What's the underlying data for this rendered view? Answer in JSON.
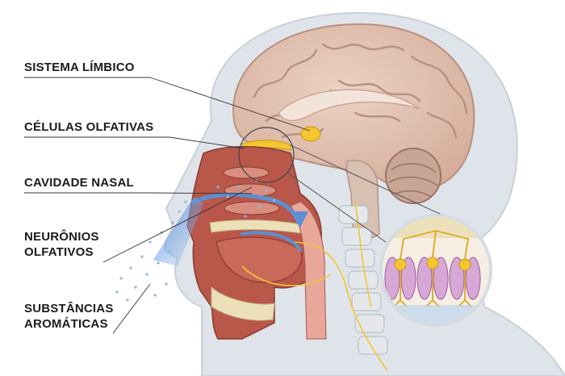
{
  "labels": {
    "limbic_system": "SISTEMA LÍMBICO",
    "olfactory_cells": "CÉLULAS OLFATIVAS",
    "nasal_cavity": "CAVIDADE NASAL",
    "olfactory_neurons_line1": "NEURÔNIOS",
    "olfactory_neurons_line2": "OLFATIVOS",
    "aromatic_substances_line1": "SUBSTÂNCIAS",
    "aromatic_substances_line2": "AROMÁTICAS"
  },
  "colors": {
    "skin": "#dfe4ea",
    "brain": "#e2c3b3",
    "brain_folds": "#b98f80",
    "muscle": "#b8574a",
    "bone": "#ece0ba",
    "nerve": "#f3c531",
    "air_flow": "#5b8fd4",
    "leader_line": "#333333"
  }
}
